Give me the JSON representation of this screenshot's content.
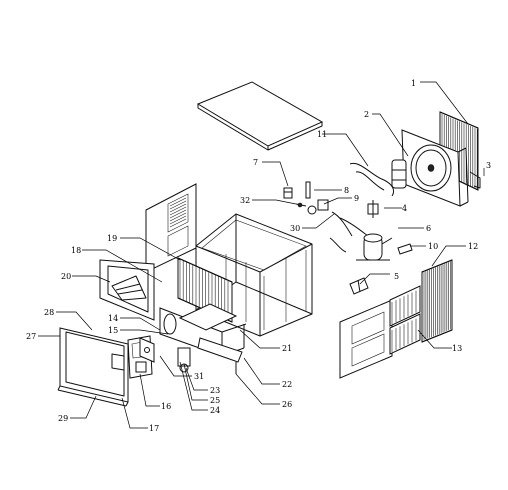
{
  "callouts": [
    "1",
    "2",
    "3",
    "4",
    "5",
    "6",
    "7",
    "8",
    "9",
    "10",
    "11",
    "12",
    "13",
    "14",
    "15",
    "16",
    "17",
    "19",
    "18",
    "20",
    "21",
    "22",
    "23",
    "24",
    "25",
    "26",
    "27",
    "28",
    "29",
    "30",
    "31",
    "32"
  ]
}
